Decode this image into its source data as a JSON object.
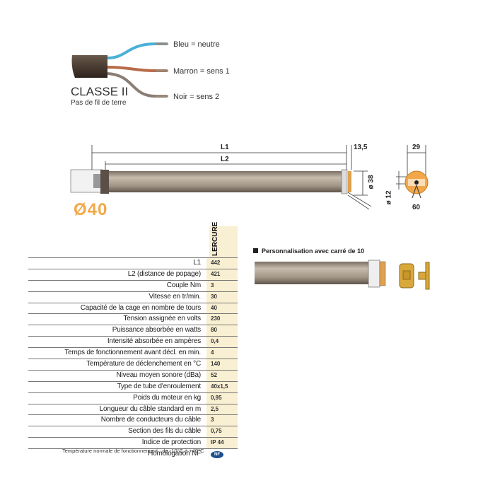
{
  "wiring": {
    "wires": [
      {
        "label": "Bleu = neutre",
        "color": "#4ab0d8"
      },
      {
        "label": "Marron = sens 1",
        "color": "#b86a48"
      },
      {
        "label": "Noir = sens 2",
        "color": "#8a7e74"
      }
    ],
    "class_title": "CLASSE II",
    "class_subtitle": "Pas de fil de terre"
  },
  "drawing": {
    "dim_l1": "L1",
    "dim_l2": "L2",
    "dim_13_5": "13,5",
    "dim_d38": "ø 38",
    "dim_29": "29",
    "dim_d12": "ø 12",
    "dim_60": "60",
    "diameter_label": "Ø40"
  },
  "table": {
    "column_header": "LERCURE",
    "rows": [
      {
        "label": "L1",
        "value": "442"
      },
      {
        "label": "L2 (distance de popage)",
        "value": "421"
      },
      {
        "label": "Couple Nm",
        "value": "3"
      },
      {
        "label": "Vitesse en tr/min.",
        "value": "30"
      },
      {
        "label": "Capacité de la cage en nombre de tours",
        "value": "40"
      },
      {
        "label": "Tension assignée en volts",
        "value": "230"
      },
      {
        "label": "Puissance absorbée en watts",
        "value": "80"
      },
      {
        "label": "Intensité absorbée en ampères",
        "value": "0,4"
      },
      {
        "label": "Temps de fonctionnement avant décl. en min.",
        "value": "4"
      },
      {
        "label": "Température de déclenchement en °C",
        "value": "140"
      },
      {
        "label": "Niveau moyen sonore (dBa)",
        "value": "52"
      },
      {
        "label": "Type de tube d'enroulement",
        "value": "40x1,5"
      },
      {
        "label": "Poids du moteur en kg",
        "value": "0,95"
      },
      {
        "label": "Longueur du câble standard en m",
        "value": "2,5"
      },
      {
        "label": "Nombre de conducteurs du câble",
        "value": "3"
      },
      {
        "label": "Section des fils du câble",
        "value": "0,75"
      },
      {
        "label": "Indice de protection",
        "value": "IP 44"
      }
    ],
    "homologation_label": "Homologation NF",
    "nf_logo": "NF",
    "footnote": "Température normale de fonctionnement : de -10°C à +40°C"
  },
  "personnalisation": {
    "title": "Personnalisation avec carré de 10"
  },
  "colors": {
    "accent": "#f2a84a",
    "table_value_bg": "#f9efd2",
    "tube": "#a89a88"
  }
}
